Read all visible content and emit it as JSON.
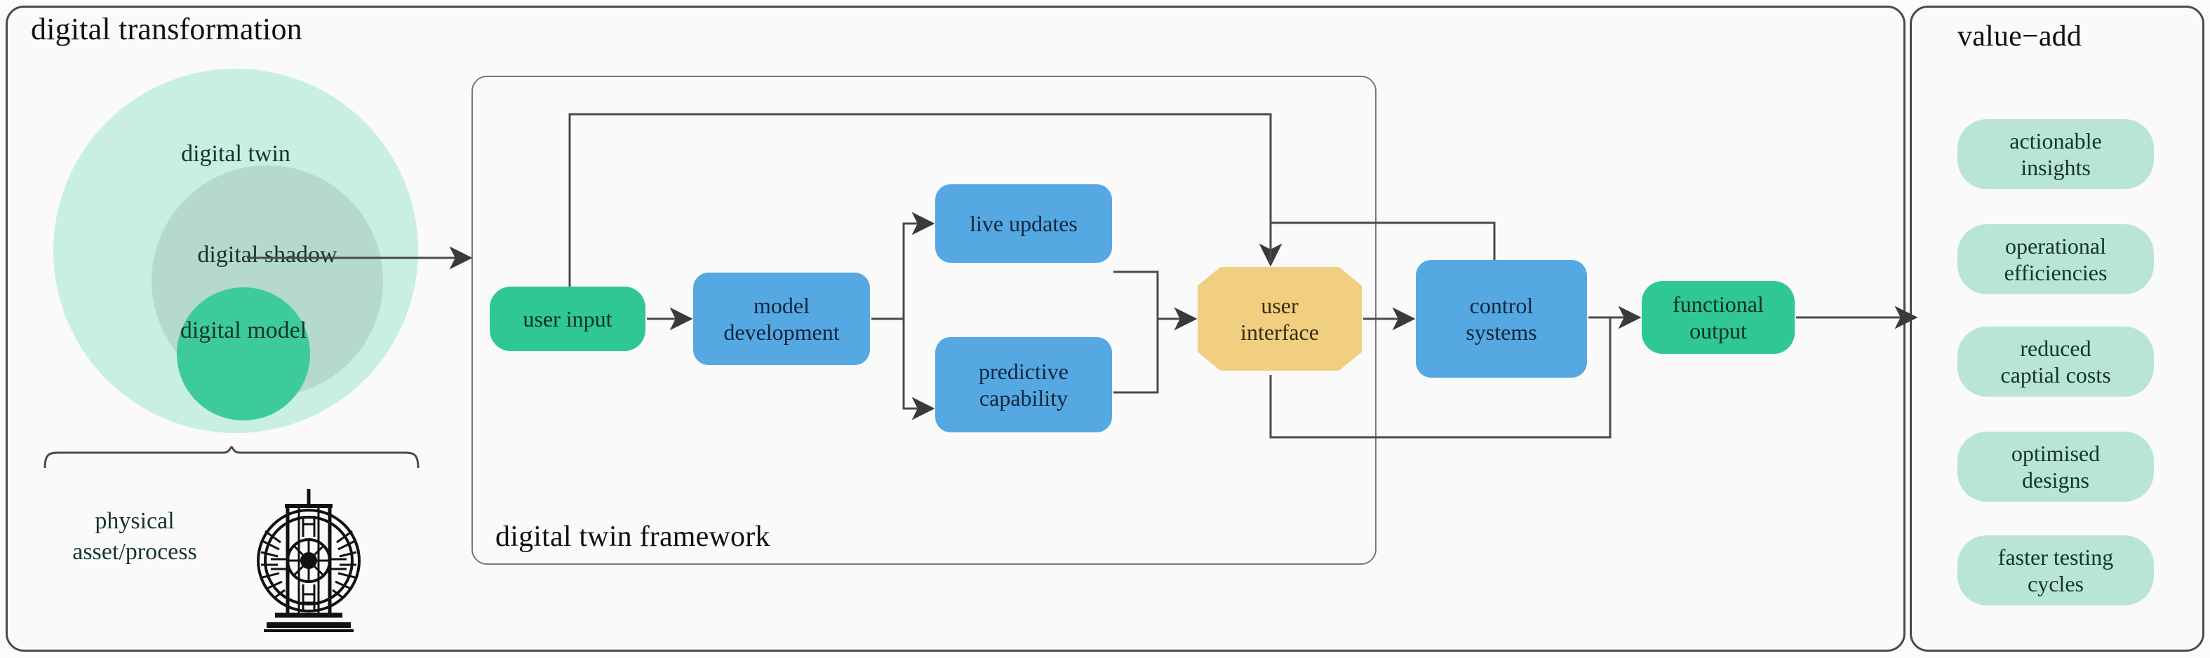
{
  "panels": {
    "digital_transformation": {
      "title": "digital transformation"
    },
    "framework": {
      "title": "digital twin framework"
    },
    "value_add": {
      "title": "value−add"
    }
  },
  "maturity_circles": [
    {
      "id": "digital-twin",
      "label": "digital twin",
      "color": "#c9efe1"
    },
    {
      "id": "digital-shadow",
      "label": "digital shadow",
      "color": "#b5d9cd"
    },
    {
      "id": "digital-model",
      "label": "digital model",
      "color": "#3ecb9b"
    }
  ],
  "physical_asset": {
    "label_line1": "physical",
    "label_line2": "asset/process",
    "icon": "industrial-turbine-icon"
  },
  "flow_nodes": [
    {
      "id": "user-input",
      "label": "user input",
      "shape": "rounded-pill",
      "color": "#2fc794"
    },
    {
      "id": "model-development",
      "label_line1": "model",
      "label_line2": "development",
      "shape": "rounded-rect",
      "color": "#55a8e2"
    },
    {
      "id": "live-updates",
      "label": "live updates",
      "shape": "rounded-rect",
      "color": "#55a8e2"
    },
    {
      "id": "predictive-capability",
      "label_line1": "predictive",
      "label_line2": "capability",
      "shape": "rounded-rect",
      "color": "#55a8e2"
    },
    {
      "id": "user-interface",
      "label_line1": "user",
      "label_line2": "interface",
      "shape": "octagon",
      "color": "#f0cf81"
    },
    {
      "id": "control-systems",
      "label_line1": "control",
      "label_line2": "systems",
      "shape": "rounded-rect",
      "color": "#55a8e2"
    },
    {
      "id": "functional-output",
      "label_line1": "functional",
      "label_line2": "output",
      "shape": "rounded-pill",
      "color": "#2fc794"
    }
  ],
  "value_add_items": [
    {
      "id": "actionable-insights",
      "line1": "actionable",
      "line2": "insights"
    },
    {
      "id": "operational-efficiencies",
      "line1": "operational",
      "line2": "efficiencies"
    },
    {
      "id": "reduced-captial-costs",
      "line1": "reduced",
      "line2": "captial costs"
    },
    {
      "id": "optimised-designs",
      "line1": "optimised",
      "line2": "designs"
    },
    {
      "id": "faster-testing-cycles",
      "line1": "faster testing",
      "line2": "cycles"
    }
  ],
  "colors": {
    "mint_light": "#c9efe1",
    "mint_mid": "#b5d9cd",
    "green": "#3ecb9b",
    "blue": "#55a8e2",
    "yellow": "#f0cf81",
    "pill": "#b9e5d4",
    "stroke": "#4a4a4a",
    "background": "#fbfbfb"
  }
}
